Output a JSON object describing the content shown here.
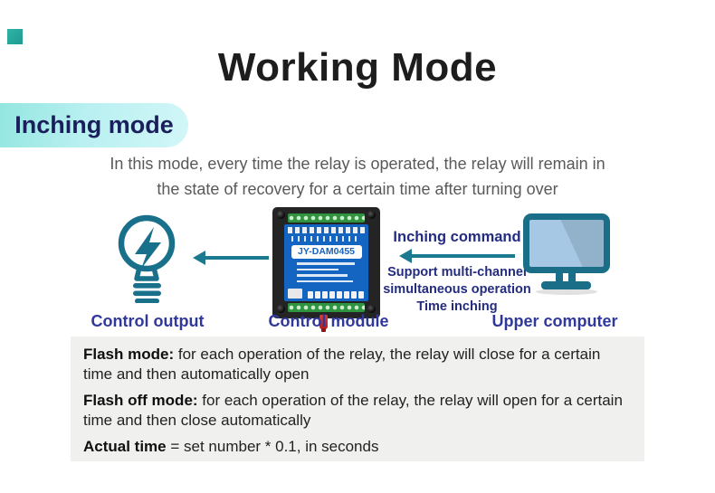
{
  "title": "Working Mode",
  "badge": {
    "label": "Inching mode"
  },
  "description": {
    "lines": [
      "In this mode, every time the relay is operated, the relay will remain in",
      "the state of recovery for a certain time after turning over"
    ]
  },
  "diagram": {
    "control_output_label": "Control output",
    "control_module_label": "Control module",
    "upper_computer_label": "Upper computer",
    "module_model": "JY-DAM0455",
    "inching_command_label": "Inching command",
    "support_lines": [
      "Support multi-channel",
      "simultaneous operation",
      "Time inching"
    ]
  },
  "notes": [
    {
      "bold": "Flash mode:",
      "text": " for each operation of the relay, the relay will close for a certain time and then automatically open"
    },
    {
      "bold": "Flash off mode:",
      "text": " for each operation of the relay, the relay will open for a certain time and then close automatically"
    },
    {
      "bold": "Actual time",
      "text": " = set number * 0.1, in seconds"
    }
  ],
  "colors": {
    "accent_teal": "#1c7a90",
    "navy_text": "#232c80",
    "label_blue": "#30399b",
    "badge_gradient_start": "#93e6e0",
    "badge_gradient_end": "#d2f6f8",
    "badge_text": "#1a1f5c",
    "notes_bg": "#f0f0ef",
    "module_face": "#1464c2",
    "module_terminal_green": "#2f9440",
    "antenna_red": "#d6242b",
    "corner_square_teal": "#2fb3a8"
  }
}
